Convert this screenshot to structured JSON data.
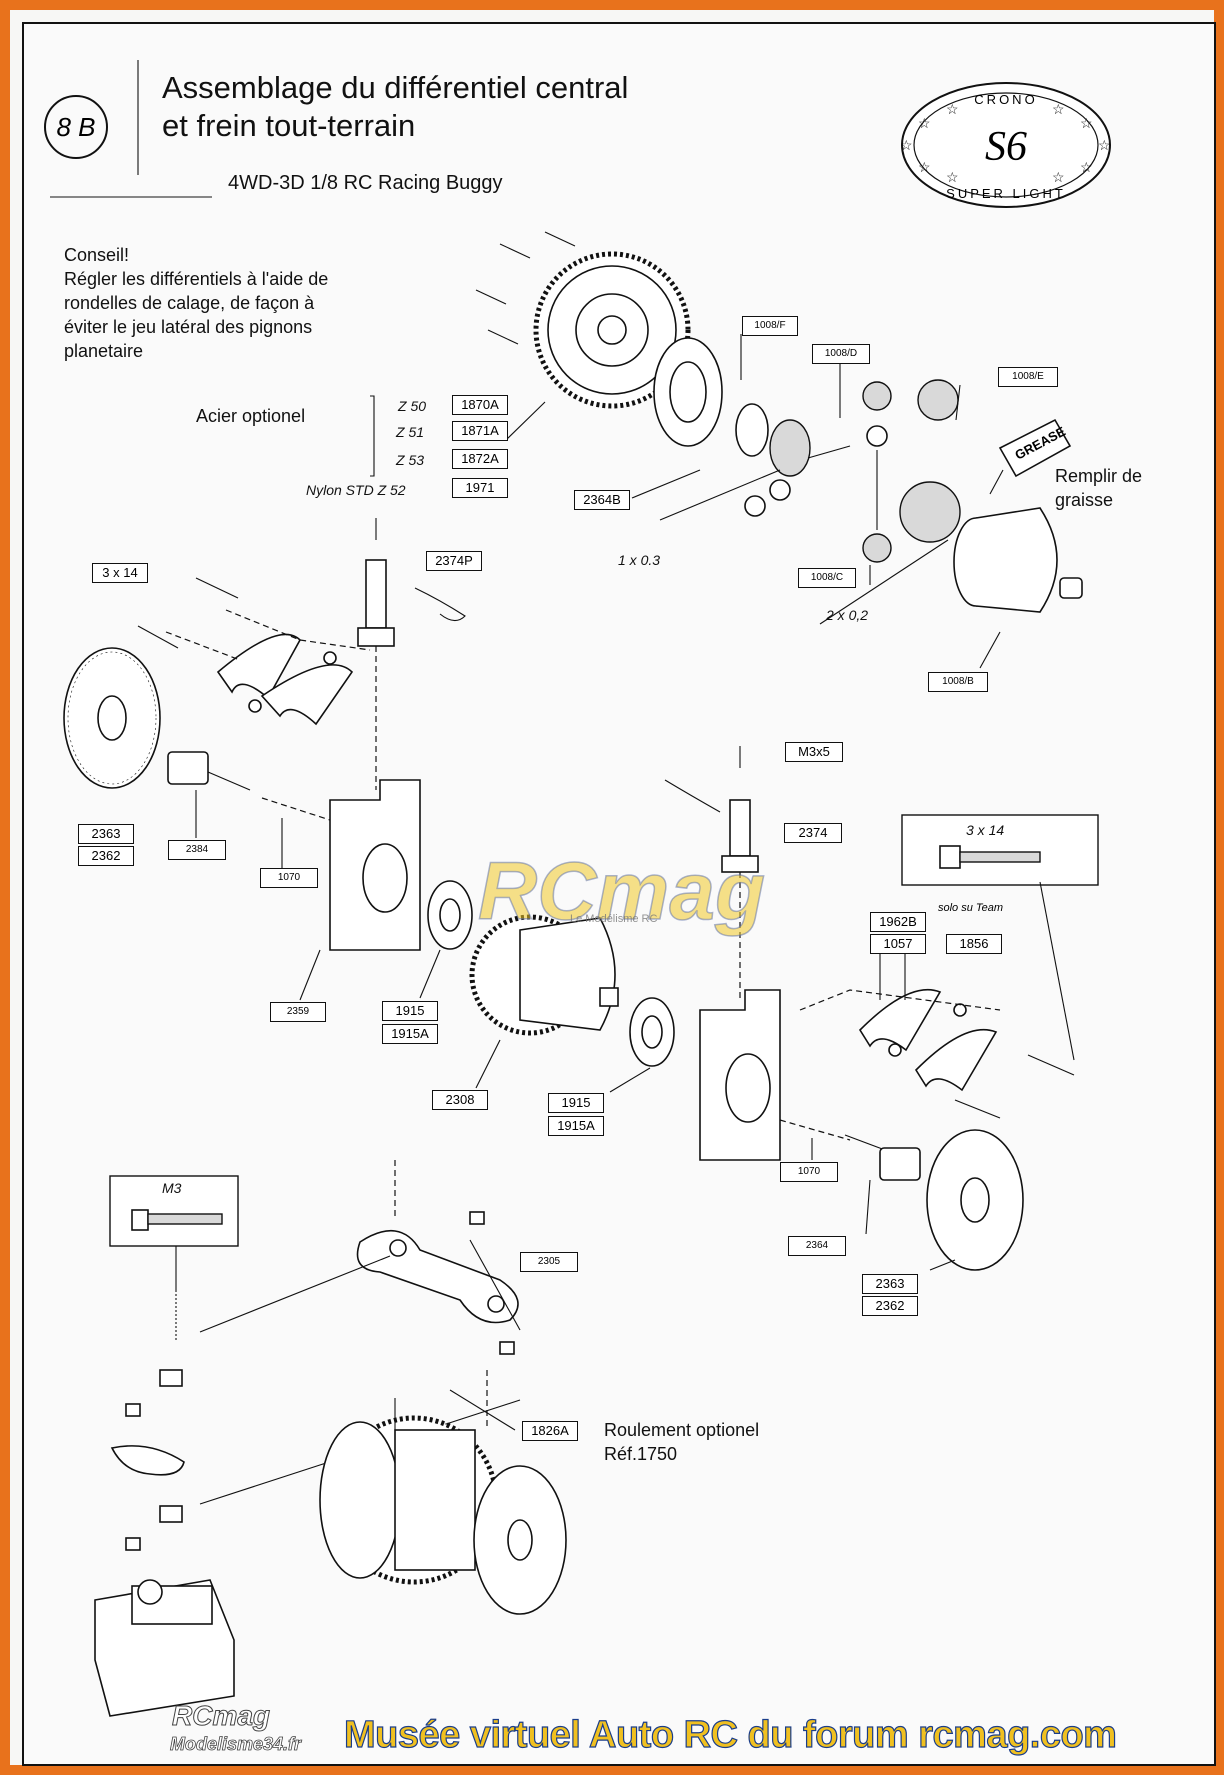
{
  "header": {
    "step": "8 B",
    "title_line1": "Assemblage du différentiel central",
    "title_line2": "et frein tout-terrain",
    "subtitle": "4WD-3D 1/8 RC Racing Buggy"
  },
  "logo": {
    "top_text": "CRONO",
    "center_text": "S6",
    "bottom_text": "SUPER LIGHT"
  },
  "tip": {
    "heading": "Conseil!",
    "body": "Régler les différentiels à l'aide de rondelles de calage, de façon à éviter le jeu latéral des pignons planetaire"
  },
  "gear_options": {
    "heading": "Acier optionel",
    "rows": [
      {
        "label": "Z 50",
        "ref": "1870A"
      },
      {
        "label": "Z 51",
        "ref": "1871A"
      },
      {
        "label": "Z 53",
        "ref": "1872A"
      },
      {
        "label": "Nylon STD  Z 52",
        "ref": "1971"
      }
    ]
  },
  "notes": {
    "grease_line1": "Remplir de",
    "grease_line2": "graisse",
    "grease_tube": "GREASE",
    "bearing_line1": "Roulement optionel",
    "bearing_line2": "Réf.1750",
    "solo_team": "solo su Team",
    "shim_1": "1 x 0.3",
    "shim_2": "2 x 0,2"
  },
  "part_refs": {
    "p1008F": "1008/F",
    "p1008D": "1008/D",
    "p1008E": "1008/E",
    "p1008C": "1008/C",
    "p1008B": "1008/B",
    "p2364B": "2364B",
    "p2374P": "2374P",
    "p3x14a": "3 x 14",
    "p3x14b": "3 x 14",
    "pM3x5": "M3x5",
    "p2374": "2374",
    "p2363a": "2363",
    "p2362a": "2362",
    "p2384": "2384",
    "p1070a": "1070",
    "p2359": "2359",
    "p1915a": "1915",
    "p1915Aa": "1915A",
    "p2308": "2308",
    "p1915b": "1915",
    "p1915Ab": "1915A",
    "p1962B": "1962B",
    "p1057": "1057",
    "p1856": "1856",
    "p1070b": "1070",
    "p2364": "2364",
    "p2363b": "2363",
    "p2362b": "2362",
    "pM3": "M3",
    "p2305": "2305",
    "p1826A": "1826A"
  },
  "watermark": {
    "center": "RCmag",
    "center_sub": "Le Modélisme RC",
    "corner_1": "RCmag",
    "corner_2": "Modelisme34.fr"
  },
  "footer": {
    "text": "Musée virtuel Auto RC du forum rcmag.com"
  }
}
